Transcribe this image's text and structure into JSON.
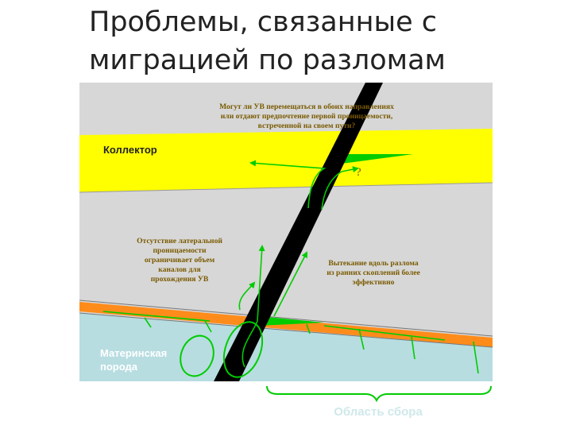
{
  "title": {
    "line1": "Проблемы, связанные с",
    "line2": "миграцией по разломам"
  },
  "question": {
    "line1": "Могут ли УВ перемещаться в обоих направлениях",
    "line2": "или отдают предпочтение первой проницаемости,",
    "line3": "встреченной на своем пути?"
  },
  "reservoir_label": "Коллектор",
  "question_mark": "?",
  "left_note": {
    "line1": "Отсутствие латеральной",
    "line2": "проницаемости",
    "line3": "ограничивает объем",
    "line4": "каналов для",
    "line5": "прохождения УВ"
  },
  "right_note": {
    "line1": "Вытекание вдоль разлома",
    "line2": "из ранних скоплений более",
    "line3": "эффективно"
  },
  "source_rock_label": {
    "line1": "Материнская",
    "line2": "порода"
  },
  "collection_area_label": "Область сбора",
  "colors": {
    "background_gray": "#d7d7d7",
    "reservoir_yellow": "#ffff00",
    "carrier_orange": "#ff8c1a",
    "source_rock_blue": "#b7dde1",
    "fault_black": "#000000",
    "arrow_green": "#00cc00",
    "label_white": "#ffffff",
    "note_text": "#7a5a00"
  }
}
